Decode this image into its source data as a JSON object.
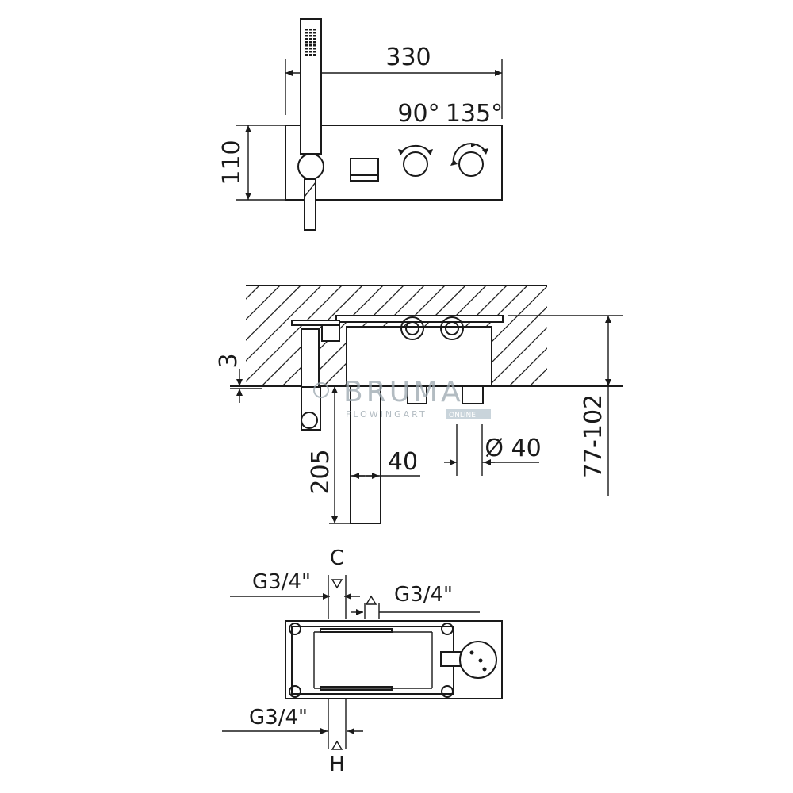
{
  "front_view": {
    "width_label": "330",
    "height_label": "110",
    "angle_left_label": "90°",
    "angle_right_label": "135°"
  },
  "side_view": {
    "depth_label": "3",
    "spout_length_label": "205",
    "spout_width_label": "40",
    "knob_diameter_label": "Ø 40",
    "embed_depth_label": "77-102"
  },
  "top_view": {
    "left_inlet_label": "G3/4\"",
    "right_inlet_label": "G3/4\"",
    "bottom_inlet_label": "G3/4\"",
    "cold_label": "C",
    "hot_label": "H"
  },
  "watermark": {
    "brand": "BRUMA",
    "tagline": "FLOWINGART",
    "tagline_suffix": "ONLINE"
  }
}
